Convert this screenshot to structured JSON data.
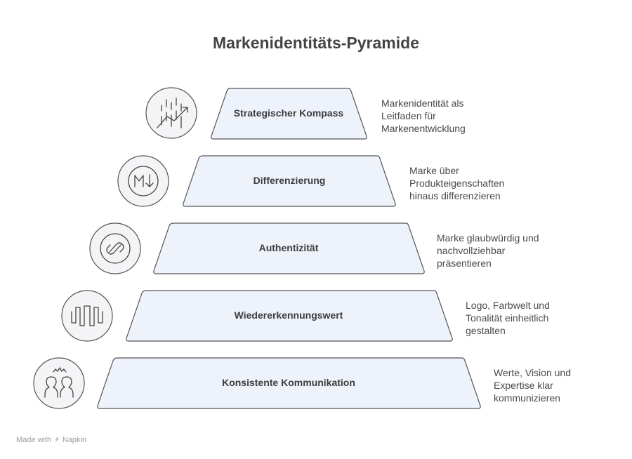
{
  "title": "Markenidentitäts-Pyramide",
  "tiers": [
    {
      "label": "Strategischer Kompass",
      "icon": "chart-trend-icon",
      "description": [
        "Markenidentität als",
        "Leitfaden für",
        "Markenentwicklung"
      ]
    },
    {
      "label": "Differenzierung",
      "icon": "markdown-icon",
      "description": [
        "Marke über",
        "Produkteigenschaften",
        "hinaus differenzieren"
      ]
    },
    {
      "label": "Authentizität",
      "icon": "link-loop-icon",
      "description": [
        "Marke glaubwürdig und",
        "nachvollziehbar",
        "präsentieren"
      ]
    },
    {
      "label": "Wiedererkennungswert",
      "icon": "wave-pattern-icon",
      "description": [
        "Logo, Farbwelt und",
        "Tonalität einheitlich",
        "gestalten"
      ]
    },
    {
      "label": "Konsistente Kommunikation",
      "icon": "people-icon",
      "description": [
        "Werte, Vision und",
        "Expertise klar",
        "kommunizieren"
      ]
    }
  ],
  "footer": {
    "made_with": "Made with",
    "brand": "Napkin"
  },
  "colors": {
    "tier_fill": "#eef2fb",
    "stroke": "#555555",
    "icon_fill": "#f4f4f6"
  }
}
